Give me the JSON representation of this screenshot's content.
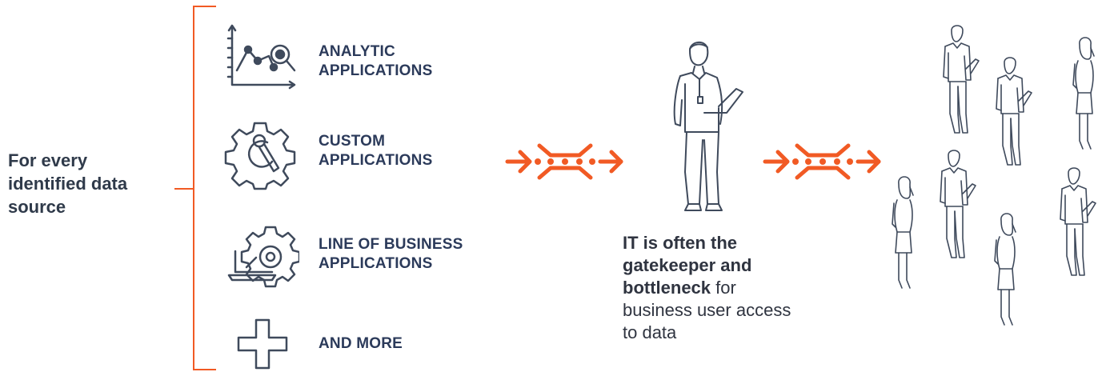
{
  "left_label": "For every identified data source",
  "sources": [
    {
      "icon": "analytics-chart-icon",
      "label_line1": "ANALYTIC",
      "label_line2": "APPLICATIONS"
    },
    {
      "icon": "wrench-gear-icon",
      "label_line1": "CUSTOM",
      "label_line2": "APPLICATIONS"
    },
    {
      "icon": "laptop-gear-icon",
      "label_line1": "LINE OF BUSINESS",
      "label_line2": "APPLICATIONS"
    },
    {
      "icon": "plus-icon",
      "label_line1": "AND MORE",
      "label_line2": ""
    }
  ],
  "caption": {
    "bold": "IT is often the gatekeeper and bottleneck",
    "rest": " for business user access to data"
  },
  "colors": {
    "accent": "#f15a24",
    "text": "#2f3a4a",
    "icon": "#3f4a5c"
  }
}
